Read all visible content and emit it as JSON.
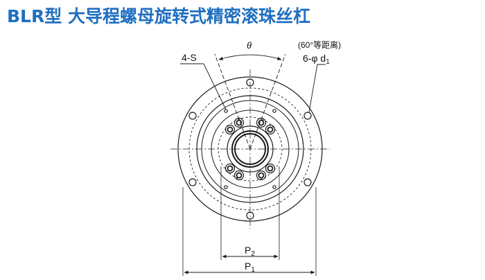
{
  "title": "BLR型 大导程螺母旋转式精密滚珠丝杠",
  "labels": {
    "angle": "θ",
    "screw_holes": "4-S",
    "hole_spacing_note": "(60°等距离)",
    "mount_holes": "6-φ d",
    "mount_holes_sub": "1",
    "p2": "P",
    "p2_sub": "2",
    "p1": "P",
    "p1_sub": "1"
  },
  "colors": {
    "title": "#1f6fc0",
    "line": "#1a1a1a"
  }
}
